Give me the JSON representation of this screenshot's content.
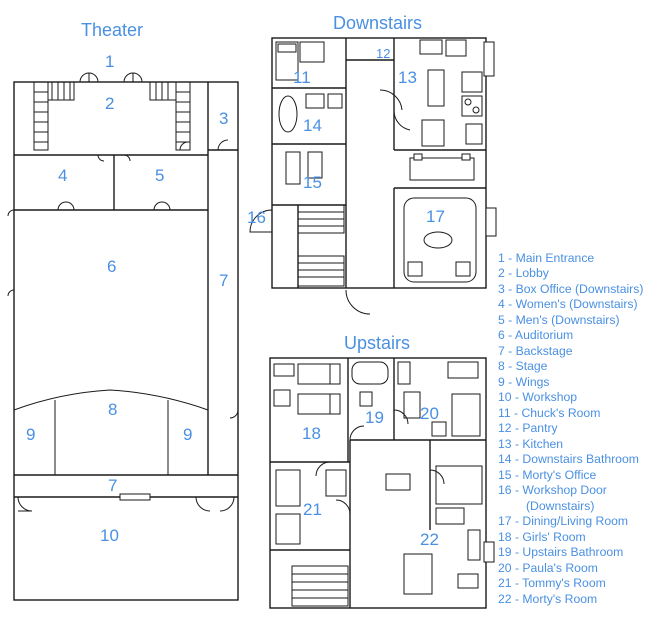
{
  "titles": {
    "theater": "Theater",
    "downstairs": "Downstairs",
    "upstairs": "Upstairs"
  },
  "room_numbers": {
    "n1": "1",
    "n2": "2",
    "n3": "3",
    "n4": "4",
    "n5": "5",
    "n6": "6",
    "n7a": "7",
    "n7b": "7",
    "n8": "8",
    "n9a": "9",
    "n9b": "9",
    "n10": "10",
    "n11": "11",
    "n12": "12",
    "n13": "13",
    "n14": "14",
    "n15": "15",
    "n16": "16",
    "n17": "17",
    "n18": "18",
    "n19": "19",
    "n20": "20",
    "n21": "21",
    "n22": "22"
  },
  "legend": [
    "1 - Main Entrance",
    "2 - Lobby",
    "3 - Box Office (Downstairs)",
    "4 - Women's (Downstairs)",
    "5 - Men's (Downstairs)",
    "6 - Auditorium",
    "7 - Backstage",
    "8 - Stage",
    "9 - Wings",
    "10 - Workshop",
    "11 - Chuck's Room",
    "12 - Pantry",
    "13 - Kitchen",
    "14 - Downstairs Bathroom",
    "15 - Morty's Office",
    "16 - Workshop Door",
    "(Downstairs)",
    "17 - Dining/Living Room",
    "18 - Girls' Room",
    "19 - Upstairs Bathroom",
    "20 - Paula's Room",
    "21 - Tommy's Room",
    "22 - Morty's Room"
  ],
  "colors": {
    "label": "#4a90e2",
    "wall": "#1a1a1a",
    "background": "#ffffff"
  }
}
